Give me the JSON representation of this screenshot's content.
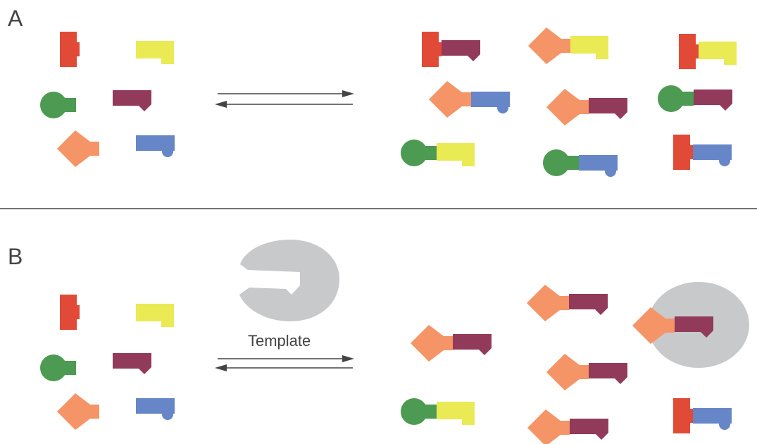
{
  "panels": {
    "a": {
      "label": "A"
    },
    "b": {
      "label": "B",
      "arrow_label": "Template"
    }
  },
  "colors": {
    "red": "#e04a36",
    "yellow": "#eaea55",
    "green": "#4d9a52",
    "maroon": "#923a5a",
    "orange": "#f59466",
    "blue": "#6686c8",
    "template_gray": "#c8c9cb",
    "ink": "#444444"
  },
  "shape_names": {
    "red": "t-block",
    "yellow": "hook",
    "green": "ball",
    "maroon": "wedge",
    "orange": "diamond",
    "blue": "knob"
  },
  "molecules": {
    "a_reactants": [
      "red",
      "yellow",
      "green",
      "maroon",
      "orange",
      "blue"
    ],
    "a_products": [
      [
        "red",
        "maroon"
      ],
      [
        "orange",
        "yellow"
      ],
      [
        "red",
        "yellow"
      ],
      [
        "orange",
        "blue"
      ],
      [
        "orange",
        "maroon"
      ],
      [
        "green",
        "maroon"
      ],
      [
        "green",
        "yellow"
      ],
      [
        "green",
        "blue"
      ],
      [
        "red",
        "blue"
      ]
    ],
    "b_reactants": [
      "red",
      "yellow",
      "green",
      "maroon",
      "orange",
      "blue"
    ],
    "b_products": [
      [
        "orange",
        "maroon"
      ],
      [
        "orange",
        "maroon"
      ],
      [
        "orange",
        "maroon"
      ],
      [
        "green",
        "yellow"
      ],
      [
        "orange",
        "maroon"
      ],
      [
        "red",
        "blue"
      ]
    ],
    "b_bound_product": [
      "orange",
      "maroon"
    ]
  }
}
